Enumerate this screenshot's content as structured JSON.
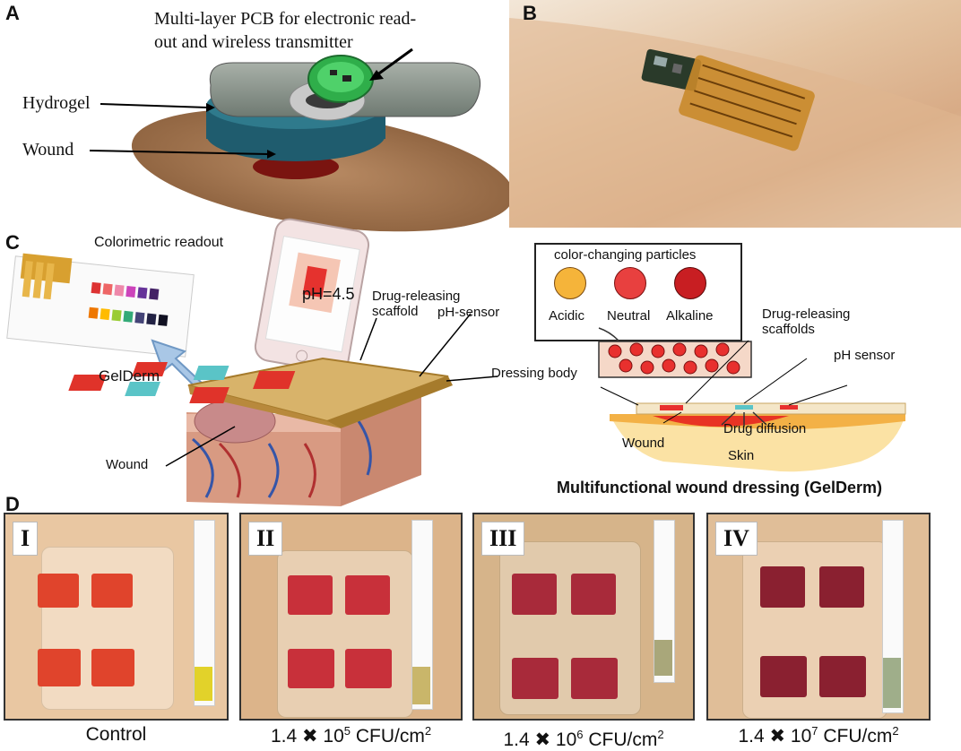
{
  "panels": {
    "A": {
      "letter": "A",
      "pcb_label_line1": "Multi-layer PCB for electronic read-",
      "pcb_label_line2": "out and wireless transmitter",
      "hydrogel_label": "Hydrogel",
      "wound_label": "Wound"
    },
    "B": {
      "letter": "B"
    },
    "C": {
      "letter": "C",
      "colorimetric_readout": "Colorimetric readout",
      "phone_reading": "pH=4.5",
      "drug_releasing_scaffold": "Drug-releasing\nscaffold",
      "ph_sensor_left": "pH-sensor",
      "dressing_body": "Dressing body",
      "gelderm": "GelDerm",
      "wound_left": "Wound",
      "particles_title": "color-changing particles",
      "particles": [
        {
          "label": "Acidic",
          "color": "#f5b43a"
        },
        {
          "label": "Neutral",
          "color": "#e8403f"
        },
        {
          "label": "Alkaline",
          "color": "#c81e22"
        }
      ],
      "drug_releasing_scaffolds": "Drug-releasing\nscaffolds",
      "ph_sensor_right": "pH sensor",
      "drug_diffusion": "Drug diffusion",
      "wound_right": "Wound",
      "skin": "Skin",
      "subtitle": "Multifunctional wound dressing (GelDerm)"
    },
    "D": {
      "letter": "D",
      "items": [
        {
          "roman": "I",
          "caption": "Control",
          "base": "",
          "exp": "",
          "unit": "",
          "sensor_color": "#e0442c",
          "strip_color": "#e2d22a"
        },
        {
          "roman": "II",
          "caption": "",
          "base": "1.4 ✖ 10",
          "exp": "5",
          "unit": " CFU/cm",
          "sensor_color": "#c8303a",
          "strip_color": "#c9b66a"
        },
        {
          "roman": "III",
          "caption": "",
          "base": "1.4 ✖ 10",
          "exp": "6",
          "unit": " CFU/cm",
          "sensor_color": "#a82a3a",
          "strip_color": "#a9a77a"
        },
        {
          "roman": "IV",
          "caption": "",
          "base": "1.4 ✖ 10",
          "exp": "7",
          "unit": " CFU/cm",
          "sensor_color": "#8a2030",
          "strip_color": "#9fae8a"
        }
      ],
      "sq_exp": "2"
    }
  }
}
